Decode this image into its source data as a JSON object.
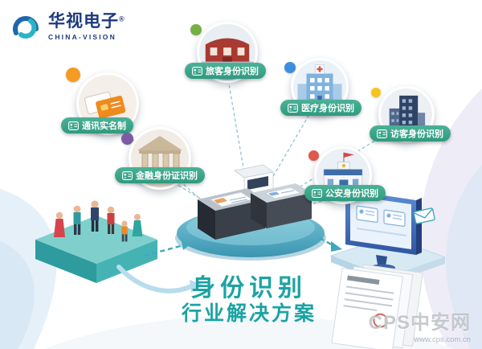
{
  "logo": {
    "brand": "华视电子",
    "registered": "®",
    "subtitle": "CHINA-VISION"
  },
  "nodes": [
    {
      "label": "通讯实名制",
      "dot_color": "#F59A23",
      "image": "sim-cards"
    },
    {
      "label": "旅客身份识别",
      "dot_color": "#76B043",
      "image": "train-station"
    },
    {
      "label": "医疗身份识别",
      "dot_color": "#3E8EDE",
      "image": "hospital-building"
    },
    {
      "label": "访客身份识别",
      "dot_color": "#F5C51D",
      "image": "office-building"
    },
    {
      "label": "金融身份证识别",
      "dot_color": "#7D5BA6",
      "image": "bank-building"
    },
    {
      "label": "公安身份识别",
      "dot_color": "#E2574C",
      "image": "police-station"
    }
  ],
  "title": {
    "line1": "身份识别",
    "line2": "行业解决方案",
    "color": "#1BA3A4"
  },
  "watermark": {
    "brand": "CPS中安网",
    "url": "www.cps.com.cn"
  },
  "colors": {
    "pill_green": "#3BA48C",
    "platform_teal": "#35A6A8",
    "center_ellipse": "#4BA3BE",
    "monitor_blue": "#3C63A8",
    "brand_navy": "#1D3A7E"
  }
}
